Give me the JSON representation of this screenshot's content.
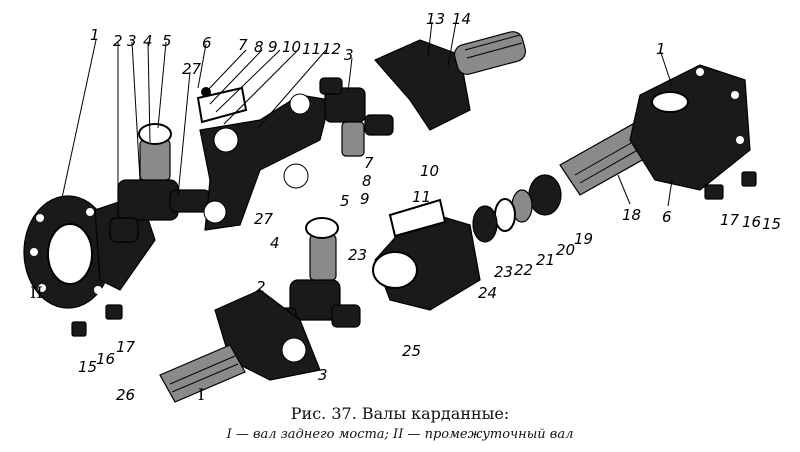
{
  "caption": {
    "title": "Рис. 37. Валы карданные:",
    "subtitle": "I — вал заднего моста; II — промежуточный вал"
  },
  "shaft_labels": {
    "rear_axle_shaft": "I",
    "intermediate_shaft": "II"
  },
  "callouts": [
    {
      "id": "c1a",
      "text": "1"
    },
    {
      "id": "c2a",
      "text": "2"
    },
    {
      "id": "c3a",
      "text": "3"
    },
    {
      "id": "c4a",
      "text": "4"
    },
    {
      "id": "c5a",
      "text": "5"
    },
    {
      "id": "c27a",
      "text": "27"
    },
    {
      "id": "c6a",
      "text": "6"
    },
    {
      "id": "c7a",
      "text": "7"
    },
    {
      "id": "c8a",
      "text": "8"
    },
    {
      "id": "c9a",
      "text": "9"
    },
    {
      "id": "c10a",
      "text": "10"
    },
    {
      "id": "c11a",
      "text": "11"
    },
    {
      "id": "c12a",
      "text": "12"
    },
    {
      "id": "c3b",
      "text": "3"
    },
    {
      "id": "c13",
      "text": "13"
    },
    {
      "id": "c14",
      "text": "14"
    },
    {
      "id": "c1b",
      "text": "1"
    },
    {
      "id": "c6b",
      "text": "6"
    },
    {
      "id": "c17a",
      "text": "17"
    },
    {
      "id": "c16a",
      "text": "16"
    },
    {
      "id": "c15a",
      "text": "15"
    },
    {
      "id": "c18",
      "text": "18"
    },
    {
      "id": "c19",
      "text": "19"
    },
    {
      "id": "c20",
      "text": "20"
    },
    {
      "id": "c21",
      "text": "21"
    },
    {
      "id": "c22",
      "text": "22"
    },
    {
      "id": "c23a",
      "text": "23"
    },
    {
      "id": "c24",
      "text": "24"
    },
    {
      "id": "c7b",
      "text": "7"
    },
    {
      "id": "c8b",
      "text": "8"
    },
    {
      "id": "c9b",
      "text": "9"
    },
    {
      "id": "c10b",
      "text": "10"
    },
    {
      "id": "c11b",
      "text": "11"
    },
    {
      "id": "c5b",
      "text": "5"
    },
    {
      "id": "c27b",
      "text": "27"
    },
    {
      "id": "c4b",
      "text": "4"
    },
    {
      "id": "c23b",
      "text": "23"
    },
    {
      "id": "c2b",
      "text": "2"
    },
    {
      "id": "c3c",
      "text": "3"
    },
    {
      "id": "c25",
      "text": "25"
    },
    {
      "id": "c26",
      "text": "26"
    },
    {
      "id": "c15b",
      "text": "15"
    },
    {
      "id": "c16b",
      "text": "16"
    },
    {
      "id": "c17b",
      "text": "17"
    }
  ]
}
